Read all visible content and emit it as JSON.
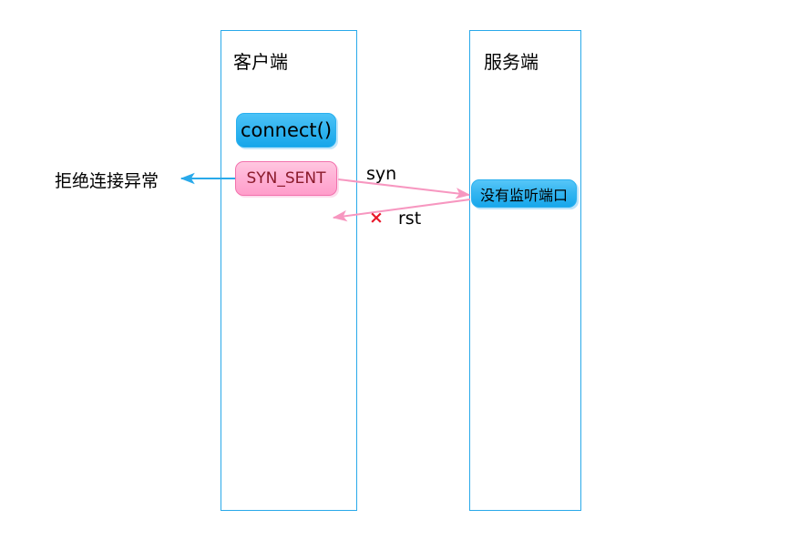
{
  "diagram": {
    "title_client": "客户端",
    "title_server": "服务端",
    "participants": [
      {
        "id": "client",
        "label": "客户端"
      },
      {
        "id": "server",
        "label": "服务端"
      }
    ],
    "nodes": [
      {
        "id": "connect",
        "label": "connect()",
        "owner": "client",
        "color": "#33b5f0",
        "text_color": "#000000"
      },
      {
        "id": "syn_sent",
        "label": "SYN_SENT",
        "owner": "client",
        "color": "#ffb2d6",
        "text_color": "#8b1a2b"
      },
      {
        "id": "no_listen",
        "label": "没有监听端口",
        "owner": "server",
        "color": "#35b6f1",
        "text_color": "#000000"
      }
    ],
    "messages": [
      {
        "id": "syn",
        "label": "syn",
        "from": "client",
        "to": "server",
        "color": "#f797c0"
      },
      {
        "id": "rst",
        "label": "rst",
        "from": "server",
        "to": "client",
        "color": "#f797c0",
        "marker": "×"
      }
    ],
    "annotations": [
      {
        "id": "reject",
        "label": "拒绝连接异常",
        "arrow_color": "#29a9ea",
        "points_to": "syn_sent"
      }
    ],
    "marker_x": "×",
    "colors": {
      "lifeline_border": "#29a9ea",
      "message_arrow": "#f797c0",
      "annotation_arrow": "#29a9ea",
      "x_mark": "#e8172a",
      "background": "#ffffff"
    }
  }
}
